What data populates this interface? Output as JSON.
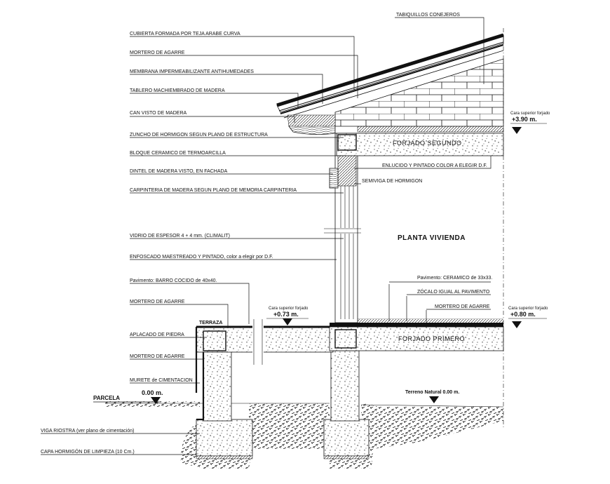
{
  "labels_left": [
    {
      "id": "cubierta",
      "text": "CUBIERTA FORMADA POR TEJA ARABE CURVA"
    },
    {
      "id": "mortero1",
      "text": "MORTERO DE AGARRE"
    },
    {
      "id": "membrana",
      "text": "MEMBRANA IMPERMEABILIZANTE ANTIHUMEDADES"
    },
    {
      "id": "tablero",
      "text": "TABLERO MACHIEMBRADO DE MADERA"
    },
    {
      "id": "can",
      "text": "CAN VISTO DE MADERA"
    },
    {
      "id": "zuncho",
      "text": "ZUNCHO DE HORMIGON SEGUN PLANO DE ESTRUCTURA"
    },
    {
      "id": "bloque",
      "text": "BLOQUE CERAMICO DE TERMOARCILLA"
    },
    {
      "id": "dintel",
      "text": "DINTEL DE MADERA VISTO, EN FACHADA"
    },
    {
      "id": "carpinteria",
      "text": "CARPINTERIA DE MADERA SEGUN PLANO DE MEMORIA CARPINTERIA"
    },
    {
      "id": "vidrio",
      "text": "VIDRIO DE ESPESOR 4 + 4 mm. (CLIMALIT)"
    },
    {
      "id": "enfoscado",
      "text": "ENFOSCADO MAESTREADO Y PINTADO, color a elegir por D.F."
    },
    {
      "id": "pavimento",
      "text": "Pavimento: BARRO COCIDO de 40x40."
    },
    {
      "id": "mortero2",
      "text": "MORTERO DE AGARRE"
    },
    {
      "id": "aplacado",
      "text": "APLACADO DE PIEDRA"
    },
    {
      "id": "mortero3",
      "text": "MORTERO DE AGARRE"
    },
    {
      "id": "murete",
      "text": "MURETE de CIMENTACION"
    },
    {
      "id": "viga",
      "text": "VIGA RIOSTRA (ver plano de cimentación)"
    },
    {
      "id": "capa",
      "text": "CAPA HORMIGÓN DE LIMPIEZA  (10 Cm.)"
    }
  ],
  "labels_right": {
    "tabiquillos": "TABIQUILLOS  CONEJEROS",
    "forjado_segundo": "FORJADO  SEGUNDO",
    "enlucido": "ENLUCIDO Y PINTADO COLOR A ELEGIR D.F.",
    "semiviga": "SEMIVIGA DE HORMIGON",
    "planta": "PLANTA  VIVIENDA",
    "pavimento_ceramico": "Pavimento: CERAMICO de 33x33.",
    "zocalo": "ZÓCALO IGUAL AL PAVIMENTO",
    "mortero_r": "MORTERO DE AGARRE",
    "forjado_primero": "FORJADO  PRIMERO",
    "terraza": "TERRAZA",
    "parcela": "PARCELA",
    "terreno": "Terreno Natural 0.00 m."
  },
  "levels": {
    "cara_label": "Cara superior forjado",
    "l390": "+3.90  m.",
    "l073": "+0.73  m.",
    "l080": "+0.80  m.",
    "l000": "0.00  m."
  }
}
